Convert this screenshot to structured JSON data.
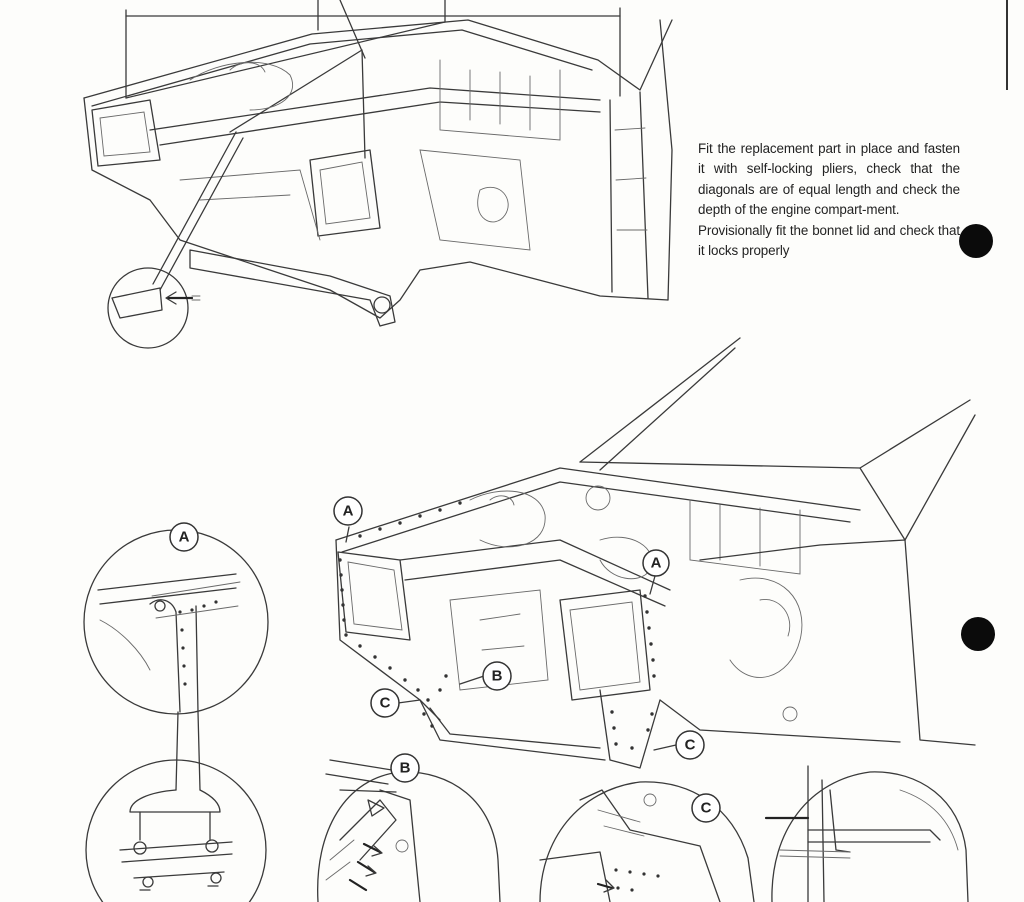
{
  "instruction_text": {
    "paragraph_1": "Fit the replacement part in place and fasten it with self-locking pliers, check that the diagonals are of equal length and check the depth of the engine compart-ment.",
    "paragraph_2": "Provisionally fit the bonnet lid and check that it locks properly"
  },
  "callouts": {
    "a": "A",
    "b": "B",
    "c": "C"
  }
}
